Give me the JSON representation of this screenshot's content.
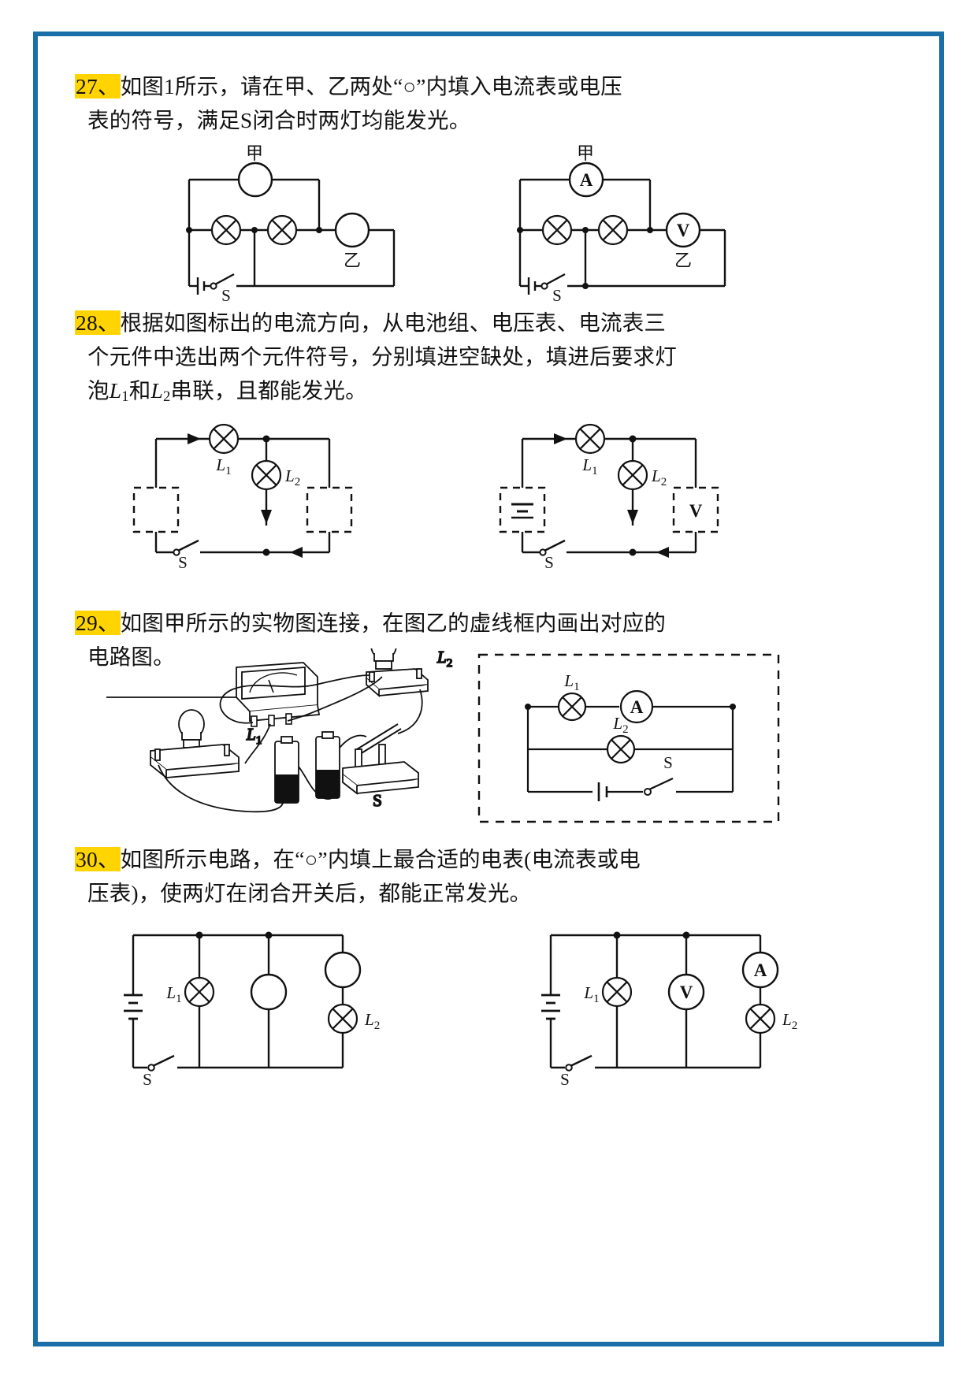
{
  "page": {
    "border_color": "#1b6fa8",
    "highlight_color": "#FFD400",
    "background": "#ffffff"
  },
  "questions": [
    {
      "number": "27、",
      "line1": "如图1所示，请在甲、乙两处“○”内填入电流表或电压",
      "line2": "表的符号，满足S闭合时两灯均能发光。"
    },
    {
      "number": "28、",
      "line1": "根据如图标出的电流方向，从电池组、电压表、电流表三",
      "line2": "个元件中选出两个元件符号，分别填进空缺处，填进后要求灯",
      "line3_a": "泡",
      "line3_L1": "L",
      "line3_sub1": "1",
      "line3_b": "和",
      "line3_L2": "L",
      "line3_sub2": "2",
      "line3_c": "串联，且都能发光。"
    },
    {
      "number": "29、",
      "line1": "如图甲所示的实物图连接，在图乙的虚线框内画出对应的",
      "line2": "电路图。"
    },
    {
      "number": "30、",
      "line1": "如图所示电路，在“○”内填上最合适的电表(电流表或电",
      "line2": "压表)，使两灯在闭合开关后，都能正常发光。"
    }
  ],
  "fig27": {
    "left": {
      "label_top": "甲",
      "label_right": "乙",
      "meter_top": "",
      "meter_right": "",
      "switch": "S"
    },
    "right": {
      "label_top": "甲",
      "label_right": "乙",
      "meter_top": "A",
      "meter_right": "V",
      "switch": "S"
    }
  },
  "fig28": {
    "left": {
      "lamp1": "L",
      "lamp1_sub": "1",
      "lamp2": "L",
      "lamp2_sub": "2",
      "switch": "S",
      "box_left": "",
      "box_right": ""
    },
    "right": {
      "lamp1": "L",
      "lamp1_sub": "1",
      "lamp2": "L",
      "lamp2_sub": "2",
      "switch": "S",
      "box_left": "battery-symbol",
      "box_right": "V"
    }
  },
  "fig29": {
    "pictorial": {
      "lamp1": "L",
      "lamp1_sub": "1",
      "lamp2": "L",
      "lamp2_sub": "2",
      "switch": "S",
      "ammeter": "ammeter-device",
      "batteries": "two-dry-cells"
    },
    "schematic": {
      "lamp1": "L",
      "lamp1_sub": "1",
      "lamp2": "L",
      "lamp2_sub": "2",
      "ammeter": "A",
      "switch": "S"
    }
  },
  "fig30": {
    "left": {
      "lamp1": "L",
      "lamp1_sub": "1",
      "lamp2": "L",
      "lamp2_sub": "2",
      "switch": "S",
      "meter_mid": "",
      "meter_right": ""
    },
    "right": {
      "lamp1": "L",
      "lamp1_sub": "1",
      "lamp2": "L",
      "lamp2_sub": "2",
      "switch": "S",
      "meter_mid": "V",
      "meter_right": "A"
    }
  }
}
